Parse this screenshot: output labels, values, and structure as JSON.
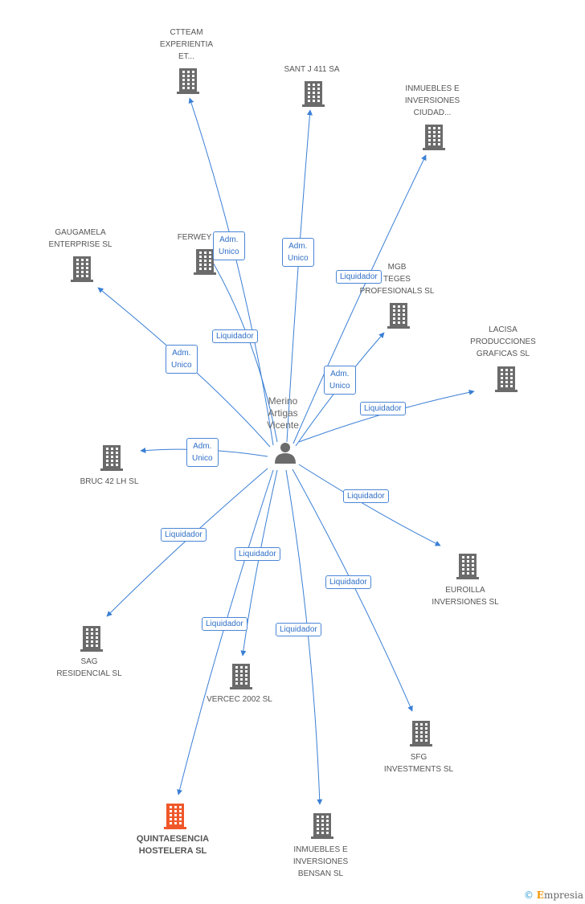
{
  "center": {
    "name_lines": [
      "Merino",
      "Artigas",
      "Vicente"
    ],
    "icon": "person-icon"
  },
  "colors": {
    "edge": "#3a7fd5",
    "building": "#6b6b6b",
    "highlight": "#f0572a",
    "person": "#6b6b6b"
  },
  "nodes": [
    {
      "id": "ctteam",
      "lines": [
        "CTTEAM",
        "EXPERIENTIA",
        "ET..."
      ]
    },
    {
      "id": "santj",
      "lines": [
        "SANT J 411 SA"
      ]
    },
    {
      "id": "inmciudad",
      "lines": [
        "INMUEBLES E",
        "INVERSIONES",
        "CIUDAD..."
      ]
    },
    {
      "id": "gaugamela",
      "lines": [
        "GAUGAMELA",
        "ENTERPRISE SL"
      ]
    },
    {
      "id": "ferwey",
      "lines": [
        "FERWEY"
      ]
    },
    {
      "id": "mgb",
      "lines": [
        "MGB",
        "TEGES",
        "PROFESIONALS SL"
      ]
    },
    {
      "id": "lacisa",
      "lines": [
        "LACISA",
        "PRODUCCIONES",
        "GRAFICAS SL"
      ]
    },
    {
      "id": "bruc",
      "lines": [
        "BRUC 42 LH SL"
      ]
    },
    {
      "id": "euroilla",
      "lines": [
        "EUROILLA",
        "INVERSIONES SL"
      ]
    },
    {
      "id": "sag",
      "lines": [
        "SAG",
        "RESIDENCIAL SL"
      ]
    },
    {
      "id": "vercec",
      "lines": [
        "VERCEC 2002 SL"
      ]
    },
    {
      "id": "sfg",
      "lines": [
        "SFG",
        "INVESTMENTS SL"
      ]
    },
    {
      "id": "quinta",
      "lines": [
        "QUINTAESENCIA",
        "HOSTELERA SL"
      ],
      "highlight": true
    },
    {
      "id": "bensan",
      "lines": [
        "INMUEBLES E",
        "INVERSIONES",
        "BENSAN SL"
      ]
    }
  ],
  "edges": [
    {
      "to": "ctteam",
      "label": [
        "Adm.",
        "Unico"
      ]
    },
    {
      "to": "santj",
      "label": [
        "Adm.",
        "Unico"
      ]
    },
    {
      "to": "inmciudad",
      "label": [
        "Liquidador"
      ]
    },
    {
      "to": "gaugamela",
      "label": [
        "Adm.",
        "Unico"
      ]
    },
    {
      "to": "ferwey",
      "label": [
        "Liquidador"
      ]
    },
    {
      "to": "mgb",
      "label": [
        "Adm.",
        "Unico"
      ]
    },
    {
      "to": "lacisa",
      "label": [
        "Liquidador"
      ]
    },
    {
      "to": "bruc",
      "label": [
        "Adm.",
        "Unico"
      ]
    },
    {
      "to": "euroilla",
      "label": [
        "Liquidador"
      ]
    },
    {
      "to": "sag",
      "label": [
        "Liquidador"
      ]
    },
    {
      "to": "vercec",
      "label": [
        "Liquidador"
      ]
    },
    {
      "to": "sfg",
      "label": [
        "Liquidador"
      ]
    },
    {
      "to": "quinta",
      "label": [
        "Liquidador"
      ]
    },
    {
      "to": "bensan",
      "label": [
        "Liquidador"
      ]
    }
  ],
  "footer": {
    "copyright": "©",
    "brand_initial": "E",
    "brand_rest": "mpresia"
  }
}
